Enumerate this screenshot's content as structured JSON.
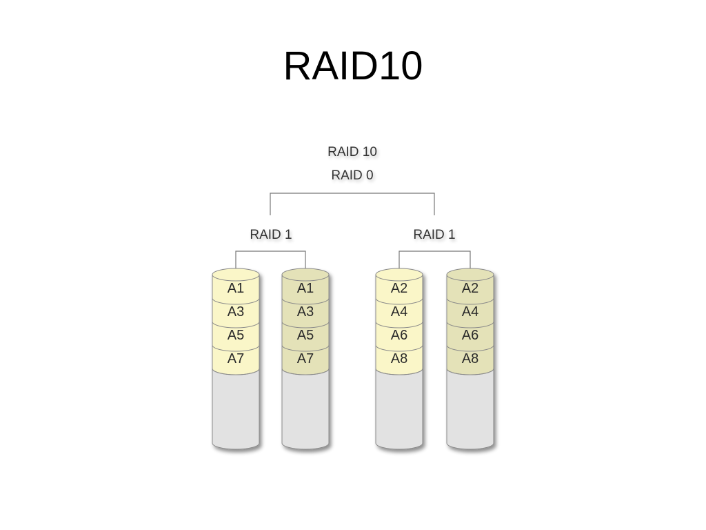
{
  "slide": {
    "title": "RAID10"
  },
  "diagram": {
    "top_labels": [
      "RAID 10",
      "RAID 0"
    ],
    "groups": [
      {
        "label": "RAID 1",
        "disks": [
          {
            "blocks": [
              "A1",
              "A3",
              "A5",
              "A7"
            ],
            "tint": "#faf6c8"
          },
          {
            "blocks": [
              "A1",
              "A3",
              "A5",
              "A7"
            ],
            "tint": "#e4e2b8"
          }
        ]
      },
      {
        "label": "RAID 1",
        "disks": [
          {
            "blocks": [
              "A2",
              "A4",
              "A6",
              "A8"
            ],
            "tint": "#faf6c8"
          },
          {
            "blocks": [
              "A2",
              "A4",
              "A6",
              "A8"
            ],
            "tint": "#e4e2b8"
          }
        ]
      }
    ],
    "colors": {
      "disk_body": "#e2e2e2",
      "outline": "#8a8a8a",
      "connector": "#777777"
    }
  }
}
